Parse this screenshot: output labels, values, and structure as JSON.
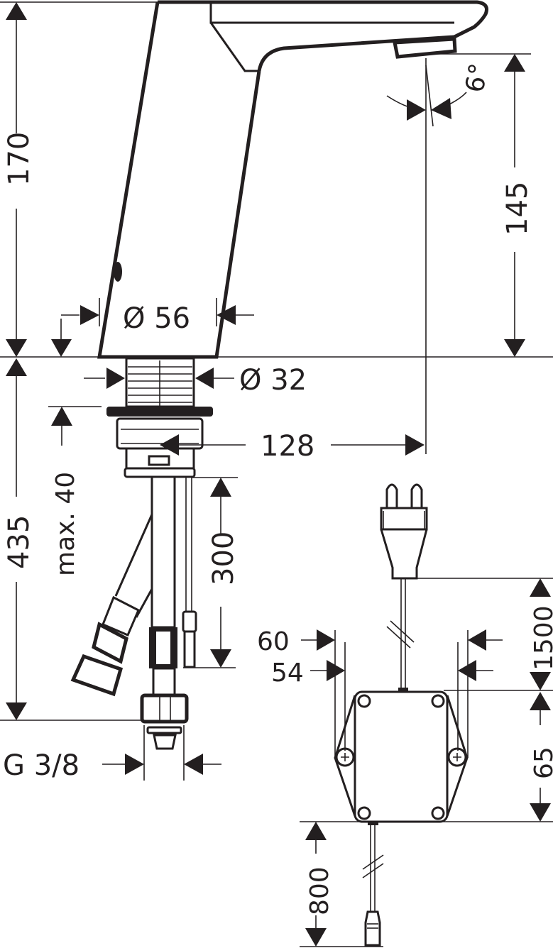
{
  "drawing": {
    "type": "technical-dimension-drawing",
    "subject": "electronic basin faucet with control box",
    "line_color": "#231f20",
    "background": "#ffffff"
  },
  "dimensions": {
    "overall_height": "170",
    "spout_height": "145",
    "spout_angle": "6°",
    "body_diameter": "Ø 56",
    "shank_diameter": "Ø 32",
    "projection": "128",
    "below_counter": "435",
    "max_counter_thickness": "max. 40",
    "hose_length": "300",
    "connection_thread": "G 3/8",
    "box_width_outer": "60",
    "box_width_inner": "54",
    "power_cable": "1500",
    "box_height": "65",
    "sensor_cable": "800"
  }
}
